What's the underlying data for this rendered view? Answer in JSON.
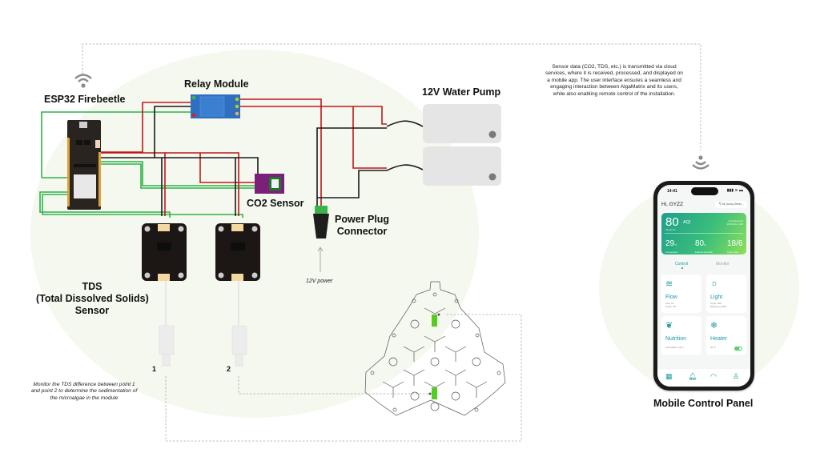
{
  "labels": {
    "esp32": "ESP32 Firebeetle",
    "relay": "Relay Module",
    "pump": "12V Water Pump",
    "co2": "CO2 Sensor",
    "power_plug_line1": "Power Plug",
    "power_plug_line2": "Connector",
    "power_input": "12V power",
    "tds_line1": "TDS",
    "tds_line2": "(Total Dissolved Solids)",
    "tds_line3": "Sensor",
    "point1": "1",
    "point2": "2",
    "mobile_panel": "Mobile Control Panel"
  },
  "captions": {
    "cloud": [
      "Sensor data (CO2, TDS, etc.) is transmitted via cloud",
      "services, where it is received, processed, and displayed on",
      "a mobile app. The user interface ensures a seamless and",
      "engaging interaction between AlgaMatrix and its users,",
      "while also enabling remote control of the installation."
    ],
    "tds_note": [
      "Monitor the TDS difference between point 1",
      "and point 2 to determine the sedimentation of",
      "the microalgae in the module"
    ]
  },
  "icons": {
    "wifi_top": "wifi-icon",
    "wifi_phone": "wifi-signal-icon"
  },
  "colors": {
    "wire_red": "#c0171b",
    "wire_black": "#1a1a1a",
    "wire_green": "#2fb24a",
    "bg_circle": "#f4f8ee",
    "app_accent": "#1e9aa0"
  },
  "phone": {
    "status_time": "14:41",
    "status_icons": "▮▮▮ ≋ ▬",
    "greeting": "Hi, GYZZ",
    "location": "All Quincy Street,...",
    "aqi": {
      "value": "80",
      "unit": "AQI",
      "status": "Moderate",
      "last_measured_line1": "Last Measured",
      "last_measured_line2": "10:00 Mon, 14th"
    },
    "stats": [
      {
        "value": "29",
        "unit": "°C",
        "label": "Temperature"
      },
      {
        "value": "80",
        "unit": "%",
        "label": "External Humidity"
      },
      {
        "value": "18/6",
        "unit": "",
        "label": "Light Cycle"
      }
    ],
    "tabs": [
      {
        "label": "Control",
        "active": true
      },
      {
        "label": "Monitor",
        "active": false
      }
    ],
    "cards": [
      {
        "title": "Flow",
        "icon": "≋",
        "sub1": "Inlet: On",
        "sub2": "Outlet: Off"
      },
      {
        "title": "Light",
        "icon": "☼",
        "sub1": "Cycle: 18/6",
        "sub2": "Brightness: 80%"
      },
      {
        "title": "Nutrition",
        "icon": "❦",
        "sub1": "Last Added: July 1",
        "sub2": ""
      },
      {
        "title": "Heater",
        "icon": "❄",
        "sub1": "28 °C",
        "sub2": "",
        "toggle_on": true
      }
    ],
    "nav": [
      {
        "name": "dashboard",
        "glyph": "▦"
      },
      {
        "name": "notifications",
        "glyph": "🔔︎"
      },
      {
        "name": "support",
        "glyph": "◠"
      },
      {
        "name": "profile",
        "glyph": "♙"
      }
    ]
  }
}
